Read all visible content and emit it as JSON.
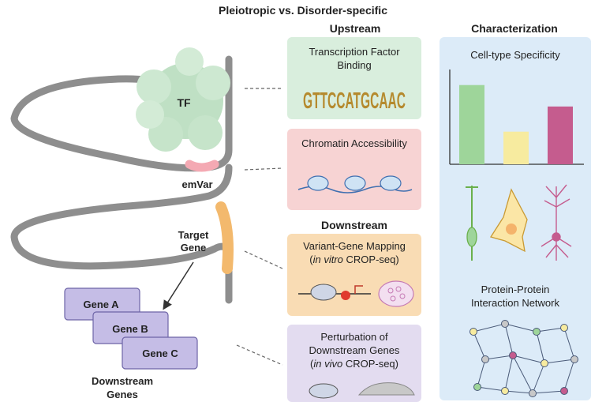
{
  "title": "Pleiotropic vs. Disorder-specific",
  "columns": {
    "upstream": "Upstream",
    "downstream": "Downstream",
    "characterization": "Characterization"
  },
  "left": {
    "tf": "TF",
    "emvar": "emVar",
    "target_gene_1": "Target",
    "target_gene_2": "Gene",
    "genes": [
      "Gene A",
      "Gene B",
      "Gene C"
    ],
    "downstream_genes_1": "Downstream",
    "downstream_genes_2": "Genes"
  },
  "panels": {
    "tf_binding_1": "Transcription Factor",
    "tf_binding_2": "Binding",
    "motif": "GTTCCATGCAAC",
    "chromatin": "Chromatin Accessibility",
    "mapping_1": "Variant-Gene Mapping",
    "mapping_2_italic": "in vitro",
    "mapping_2_rest": " CROP-seq)",
    "perturb_1": "Perturbation of",
    "perturb_2": "Downstream Genes",
    "perturb_3_italic": "in vivo",
    "perturb_3_rest": " CROP-seq)"
  },
  "characterization": {
    "celltype_title": "Cell-type Specificity",
    "ppi_1": "Protein-Protein",
    "ppi_2": "Interaction Network"
  },
  "chart_data": {
    "type": "bar",
    "categories": [
      "",
      "",
      ""
    ],
    "values": [
      0.85,
      0.35,
      0.62
    ],
    "colors": [
      "#9ed59a",
      "#f7eb9f",
      "#c55c8e"
    ],
    "ylim": [
      0,
      1
    ]
  },
  "colors": {
    "upstream_green": "#d9eedd",
    "chromatin_pink": "#f7d3d3",
    "mapping_orange": "#f9dcb4",
    "perturb_purple": "#e3dcf0",
    "char_blue": "#dcebf8",
    "gene_box": "#c5bde6"
  }
}
